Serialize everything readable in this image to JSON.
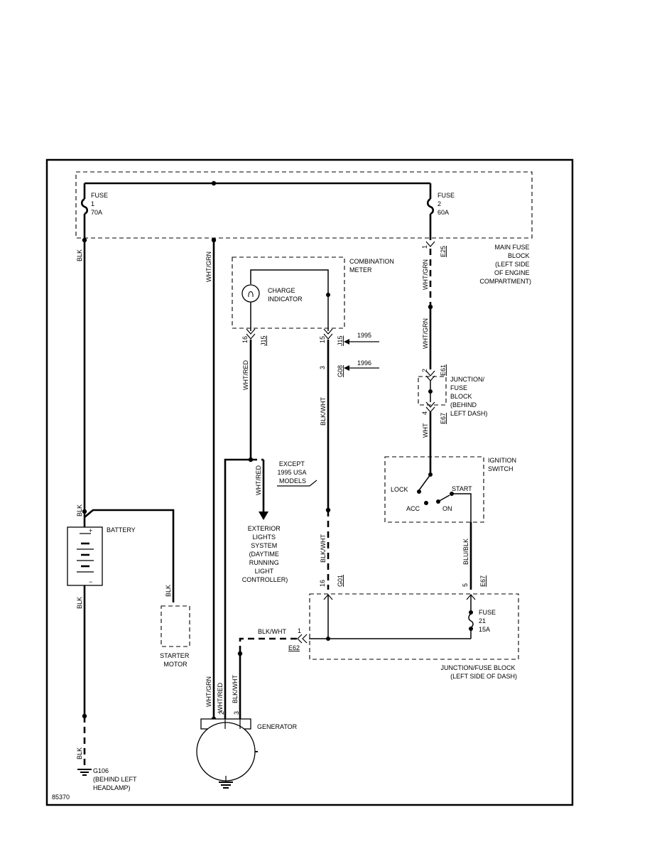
{
  "diagram_id": "85370",
  "main_fuse_block": {
    "label": [
      "MAIN FUSE",
      "BLOCK",
      "(LEFT SIDE",
      "OF ENGINE",
      "COMPARTMENT)"
    ],
    "fuse1": [
      "FUSE",
      "1",
      "70A"
    ],
    "fuse2": [
      "FUSE",
      "2",
      "60A"
    ]
  },
  "combination_meter": {
    "label": [
      "COMBINATION",
      "METER"
    ],
    "indicator": [
      "CHARGE",
      "INDICATOR"
    ]
  },
  "junction_fuse_block_small": [
    "JUNCTION/",
    "FUSE",
    "BLOCK",
    "(BEHIND",
    "LEFT DASH)"
  ],
  "ignition_switch": {
    "label": [
      "IGNITION",
      "SWITCH"
    ],
    "positions": {
      "lock": "LOCK",
      "acc": "ACC",
      "on": "ON",
      "start": "START"
    }
  },
  "junction_fuse_block_large": {
    "label": [
      "JUNCTION/FUSE BLOCK",
      "(LEFT SIDE OF DASH)"
    ],
    "fuse21": [
      "FUSE",
      "21",
      "15A"
    ]
  },
  "battery": {
    "label": "BATTERY",
    "plus": "+",
    "minus": "−"
  },
  "starter": [
    "STARTER",
    "MOTOR"
  ],
  "generator": "GENERATOR",
  "ground": [
    "G106",
    "(BEHIND LEFT",
    "HEADLAMP)"
  ],
  "exterior_lights": [
    "EXTERIOR",
    "LIGHTS",
    "SYSTEM",
    "(DAYTIME",
    "RUNNING",
    "LIGHT",
    "CONTROLLER)"
  ],
  "except_note": [
    "EXCEPT",
    "1995 USA",
    "MODELS"
  ],
  "year_notes": {
    "y1995": "1995",
    "y1996": "1996"
  },
  "wires": {
    "blk": "BLK",
    "wht_grn": "WHT/GRN",
    "wht_red": "WHT/RED",
    "blk_wht": "BLK/WHT",
    "wht": "WHT",
    "blu_blk": "BLU/BLK"
  },
  "connectors": {
    "e25": "E25",
    "e25_pin": "1",
    "j15_a": "J15",
    "j15_a_pin": "16",
    "j15_b": "J15",
    "j15_b_pin": "15",
    "g08": "G08",
    "g08_pin": "3",
    "e61": "E61",
    "e61_pin": "2",
    "e67_a": "E67",
    "e67_a_pin": "4",
    "e67_b": "E67",
    "e67_b_pin": "5",
    "g01": "G01",
    "g01_pin": "16",
    "e62": "E62",
    "e62_pin": "1",
    "gen_pin2": "2",
    "gen_pin3": "3"
  }
}
